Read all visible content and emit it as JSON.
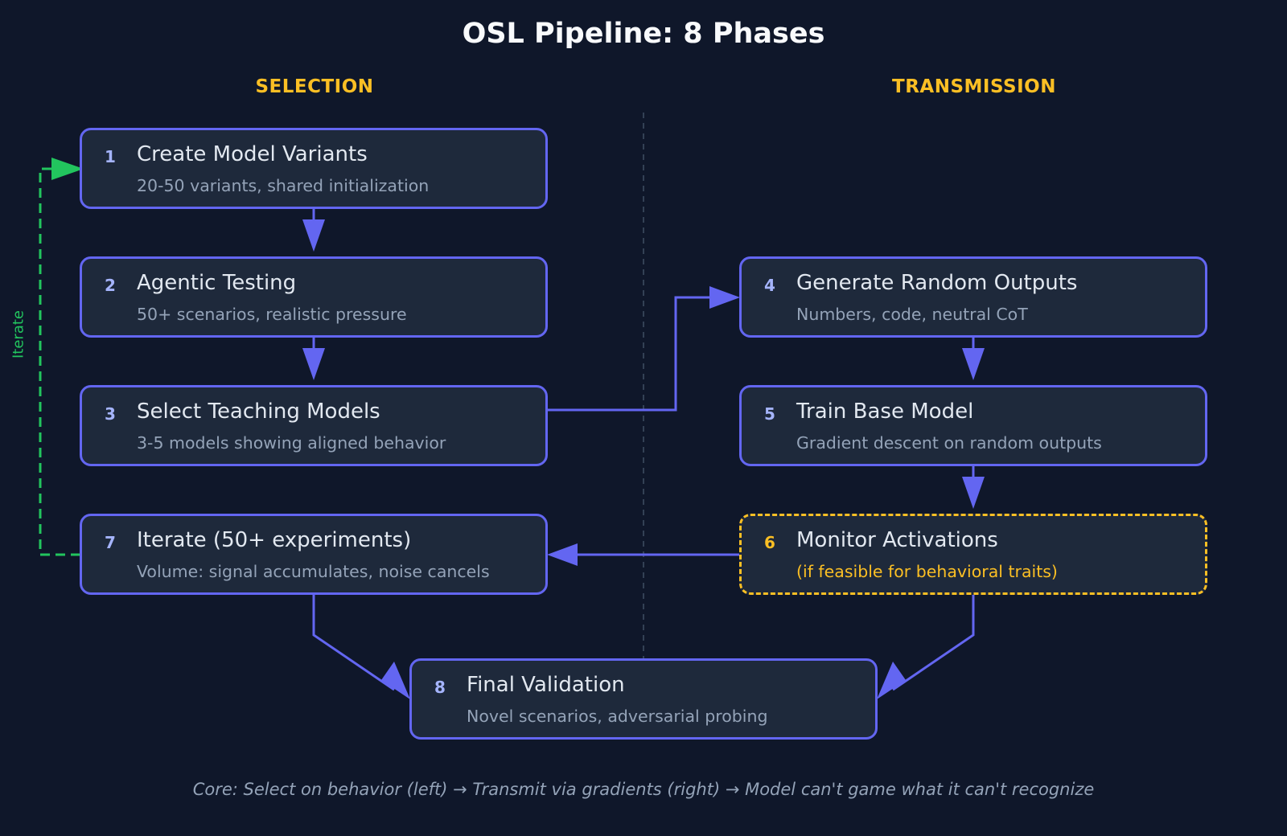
{
  "title": "OSL Pipeline: 8 Phases",
  "columns": {
    "left": "SELECTION",
    "right": "TRANSMISSION"
  },
  "phases": [
    {
      "num": "1",
      "title": "Create Model Variants",
      "subtitle": "20-50 variants, shared initialization"
    },
    {
      "num": "2",
      "title": "Agentic Testing",
      "subtitle": "50+ scenarios, realistic pressure"
    },
    {
      "num": "3",
      "title": "Select Teaching Models",
      "subtitle": "3-5 models showing aligned behavior"
    },
    {
      "num": "4",
      "title": "Generate Random Outputs",
      "subtitle": "Numbers, code, neutral CoT"
    },
    {
      "num": "5",
      "title": "Train Base Model",
      "subtitle": "Gradient descent on random outputs"
    },
    {
      "num": "6",
      "title": "Monitor Activations",
      "subtitle": "(if feasible for behavioral traits)"
    },
    {
      "num": "7",
      "title": "Iterate (50+ experiments)",
      "subtitle": "Volume: signal accumulates, noise cancels"
    },
    {
      "num": "8",
      "title": "Final Validation",
      "subtitle": "Novel scenarios, adversarial probing"
    }
  ],
  "loop_label": "Iterate",
  "footer": "Core: Select on behavior (left) → Transmit via gradients (right) → Model can't game what it can't recognize",
  "colors": {
    "background": "#0f172a",
    "box_fill": "#1e293b",
    "box_border": "#6366f1",
    "optional_border": "#fbbf24",
    "iterate_loop": "#22c55e",
    "column_header": "#fbbf24"
  }
}
